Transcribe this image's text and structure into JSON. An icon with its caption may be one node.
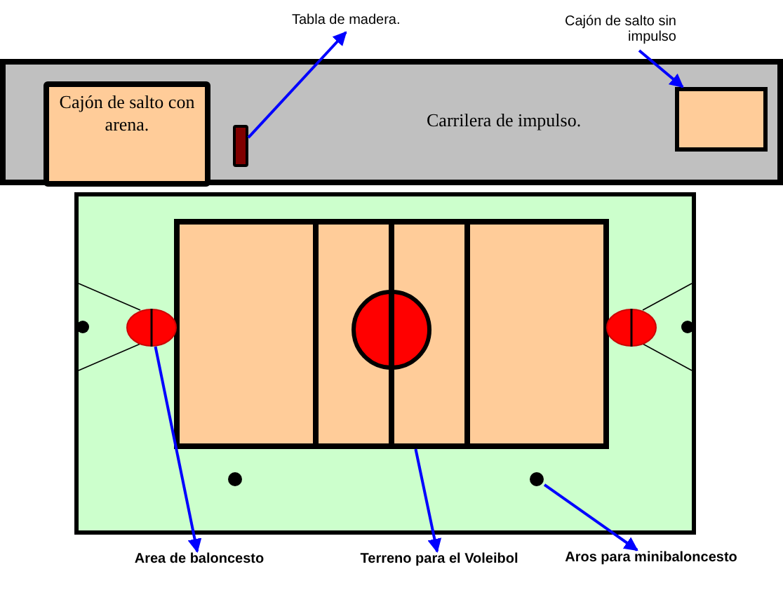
{
  "diagram": {
    "nodes": [
      {
        "text": [
          "Carrilera de impulso."
        ]
      },
      {
        "text": [
          "Cajón de salto con arena."
        ],
        "in": 0
      },
      {
        "text": [],
        "shape": "bar",
        "in": 0
      },
      {
        "text": [
          "Tabla de madera."
        ]
      },
      {
        "text": [],
        "shape": "box",
        "in": 0
      },
      {
        "text": [
          "Cajón de salto sin impulso"
        ]
      },
      {
        "text": [],
        "shape": "box"
      },
      {
        "text": [],
        "shape": "circle"
      },
      {
        "text": [],
        "shape": "circle"
      },
      {
        "text": [
          "Area de baloncesto"
        ]
      },
      {
        "text": [
          "Terreno para el Voleibol"
        ]
      },
      {
        "text": [
          "Aros para minibaloncesto"
        ]
      },
      {
        "text": [],
        "shape": "circle"
      },
      {
        "text": [],
        "shape": "circle"
      },
      {
        "text": [],
        "shape": "circle"
      },
      {
        "text": [],
        "shape": "circle"
      }
    ],
    "edges": [
      {
        "from": 2,
        "to": 3,
        "arrow": "to"
      },
      {
        "from": 5,
        "to": 4,
        "arrow": "to"
      },
      {
        "from": 7,
        "to": 9,
        "arrow": "to"
      },
      {
        "from": 6,
        "to": 10,
        "arrow": "to"
      },
      {
        "from": 8,
        "to": 11,
        "arrow": "to"
      }
    ]
  }
}
